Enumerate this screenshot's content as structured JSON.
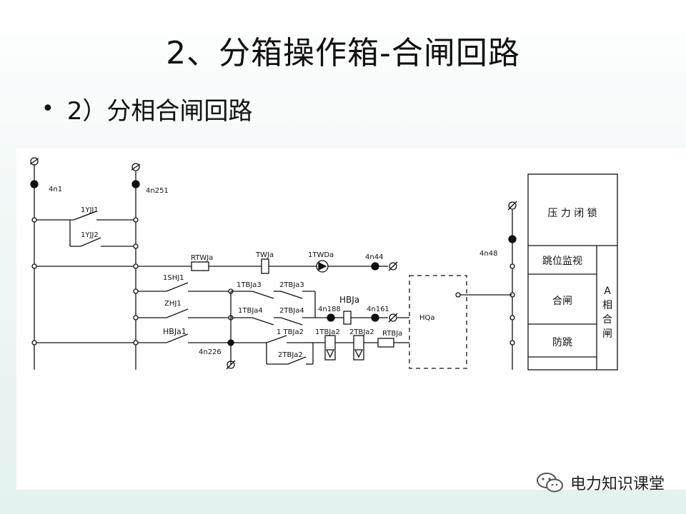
{
  "slide": {
    "title": "2、分箱操作箱-合闸回路",
    "bullet_marker": "•",
    "bullet_text": "2）分相合闸回路"
  },
  "diagram": {
    "labels": {
      "n4n1": "4n1",
      "n4n251": "4n251",
      "yjj1": "1YJJ1",
      "yjj2": "1YJJ2",
      "rtwja": "RTWJa",
      "twja": "TWJa",
      "twda": "1TWDa",
      "n4n44": "4n44",
      "n4n48": "4n48",
      "shj1": "1SHJ1",
      "tbja3_1": "1TBJa3",
      "tbja3_2": "2TBJa3",
      "zhj1": "ZHJ1",
      "tbja4_1": "1TBJa4",
      "tbja4_2": "2TBJa4",
      "n4n188": "4n188",
      "hbja": "HBJa",
      "n4n161": "4n161",
      "hqa": "HQa",
      "hbja1": "HBJa1",
      "tbja2_1": "1 TBJa2",
      "tbja2_coil1": "1TBJa2",
      "tbja2_coil2": "2TBJa2",
      "rtbja": "RTBJa",
      "n4n226": "4n226",
      "tbja2_2": "2TBJa2"
    },
    "table": {
      "row1": "压 力 闭 锁",
      "row2": "跳位监视",
      "row3": "合闸",
      "row4": "防跳",
      "side": [
        "A",
        "相",
        "合",
        "闸"
      ]
    }
  },
  "watermark": {
    "text": "电力知识课堂",
    "icon": "wechat-icon"
  }
}
